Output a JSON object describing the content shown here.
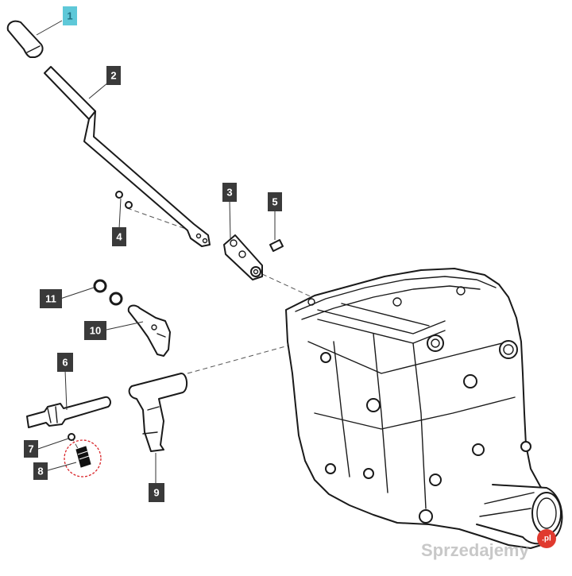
{
  "diagram": {
    "callouts": [
      {
        "id": "1",
        "label": "1",
        "highlighted": true
      },
      {
        "id": "2",
        "label": "2"
      },
      {
        "id": "3",
        "label": "3"
      },
      {
        "id": "4",
        "label": "4"
      },
      {
        "id": "5",
        "label": "5"
      },
      {
        "id": "6",
        "label": "6"
      },
      {
        "id": "7",
        "label": "7"
      },
      {
        "id": "8",
        "label": "8"
      },
      {
        "id": "9",
        "label": "9"
      },
      {
        "id": "10",
        "label": "10"
      },
      {
        "id": "11",
        "label": "11"
      }
    ],
    "colors": {
      "callout": "#3a3a3a",
      "callout_highlight": "#5ec8d8",
      "callout_highlight_text": "#1e6e80",
      "circle_mark": "#d9252a",
      "line": "#1a1a1a",
      "watermark_badge": "#e03a2f"
    }
  },
  "watermark": {
    "text": "Sprzedajemy",
    "badge": ".pl"
  }
}
